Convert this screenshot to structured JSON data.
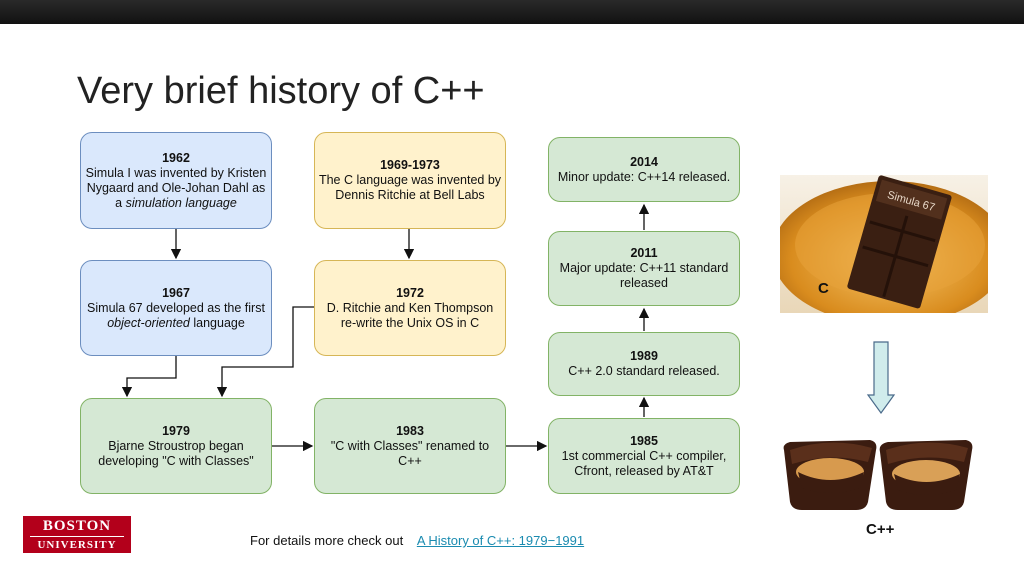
{
  "slide": {
    "title": "Very brief history of C++"
  },
  "boxes": [
    {
      "id": "b1962",
      "year": "1962",
      "text": "Simula I was invented by Kristen Nygaard and Ole-Johan Dahl as a ",
      "emph": "simulation language",
      "after": ""
    },
    {
      "id": "b1967",
      "year": "1967",
      "text": "Simula 67 developed as the first ",
      "emph": "object-oriented",
      "after": " language"
    },
    {
      "id": "b1979",
      "year": "1979",
      "text": "Bjarne Stroustrop began developing \"C with Classes\"",
      "emph": "",
      "after": ""
    },
    {
      "id": "b6973",
      "year": "1969-1973",
      "text": "The C language was invented by Dennis Ritchie at Bell Labs",
      "emph": "",
      "after": ""
    },
    {
      "id": "b1972",
      "year": "1972",
      "text": "D. Ritchie and Ken Thompson re-write the Unix OS in C",
      "emph": "",
      "after": ""
    },
    {
      "id": "b1983",
      "year": "1983",
      "text": "\"C with Classes\" renamed to C++",
      "emph": "",
      "after": ""
    },
    {
      "id": "b2014",
      "year": "2014",
      "text": "Minor update: C++14 released.",
      "emph": "",
      "after": ""
    },
    {
      "id": "b2011",
      "year": "2011",
      "text": "Major update: C++11 standard released",
      "emph": "",
      "after": ""
    },
    {
      "id": "b1989",
      "year": "1989",
      "text": "C++ 2.0 standard released.",
      "emph": "",
      "after": ""
    },
    {
      "id": "b1985",
      "year": "1985",
      "text": "1st commercial C++ compiler, Cfront,  released by AT&T",
      "emph": "",
      "after": ""
    }
  ],
  "images": {
    "chocolate_label": "Simula 67",
    "honey_label": "C",
    "cups_label": "C++"
  },
  "footer": {
    "text": "For details more check out",
    "link_text": "A History of C++: 1979−1991"
  },
  "logo": {
    "line1": "BOSTON",
    "line2": "UNIVERSITY"
  },
  "colors": {
    "blue_fill": "#dae8fc",
    "yellow_fill": "#fff2cc",
    "green_fill": "#d5e8d4",
    "link": "#1a8bb0",
    "logo_red": "#b3001b"
  }
}
